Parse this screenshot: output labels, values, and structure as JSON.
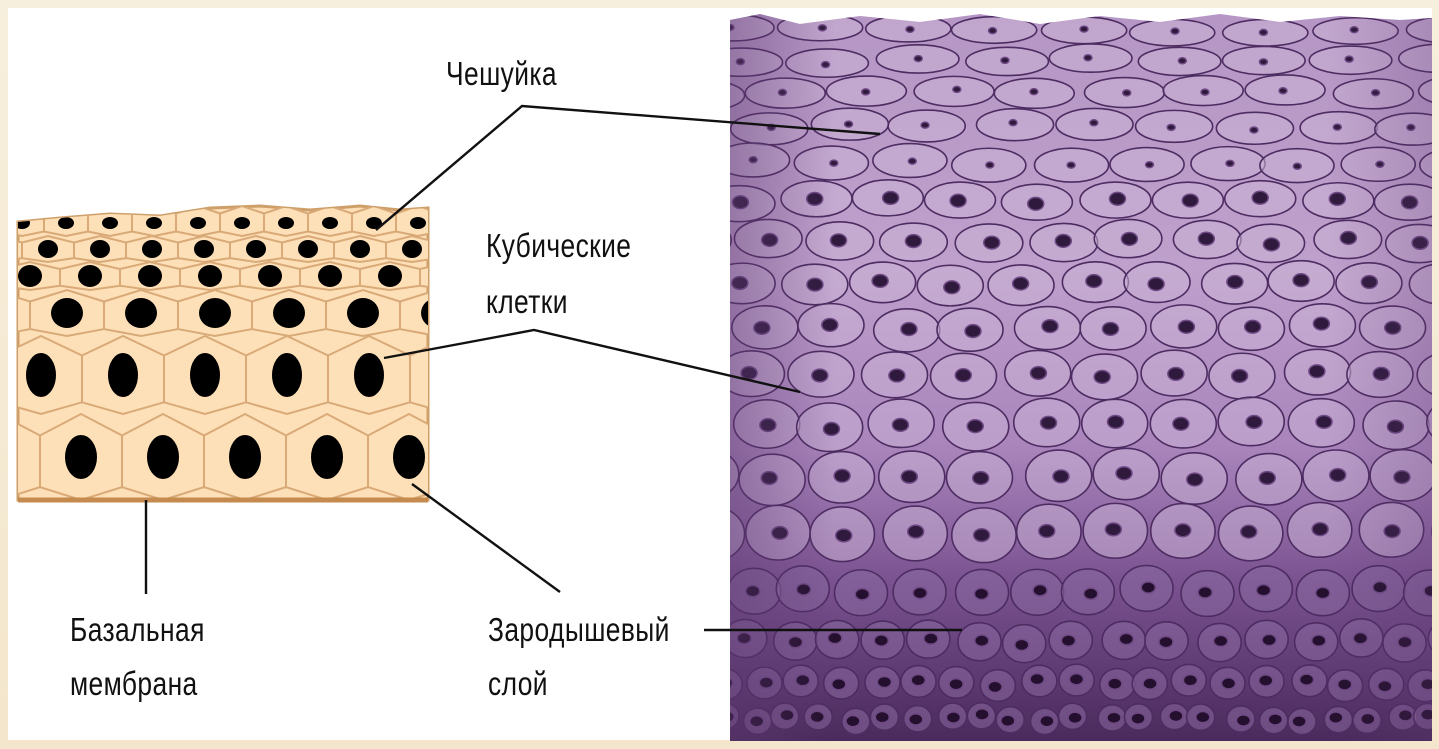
{
  "labels": {
    "scale": "Чешуйка",
    "cuboidal_line1": "Кубические",
    "cuboidal_line2": "клетки",
    "basal_line1": "Базальная",
    "basal_line2": "мембрана",
    "germinal_line1": "Зародышевый",
    "germinal_line2": "слой"
  },
  "colors": {
    "page_border": "#f6eedc",
    "panel": "#ffffff",
    "cell_fill": "#fde0b8",
    "cell_outline": "#cf9f6a",
    "nucleus": "#000000",
    "tissue_purple": "#a27ab4",
    "tissue_dark": "#3a1f4a",
    "leader_line": "#111111"
  }
}
